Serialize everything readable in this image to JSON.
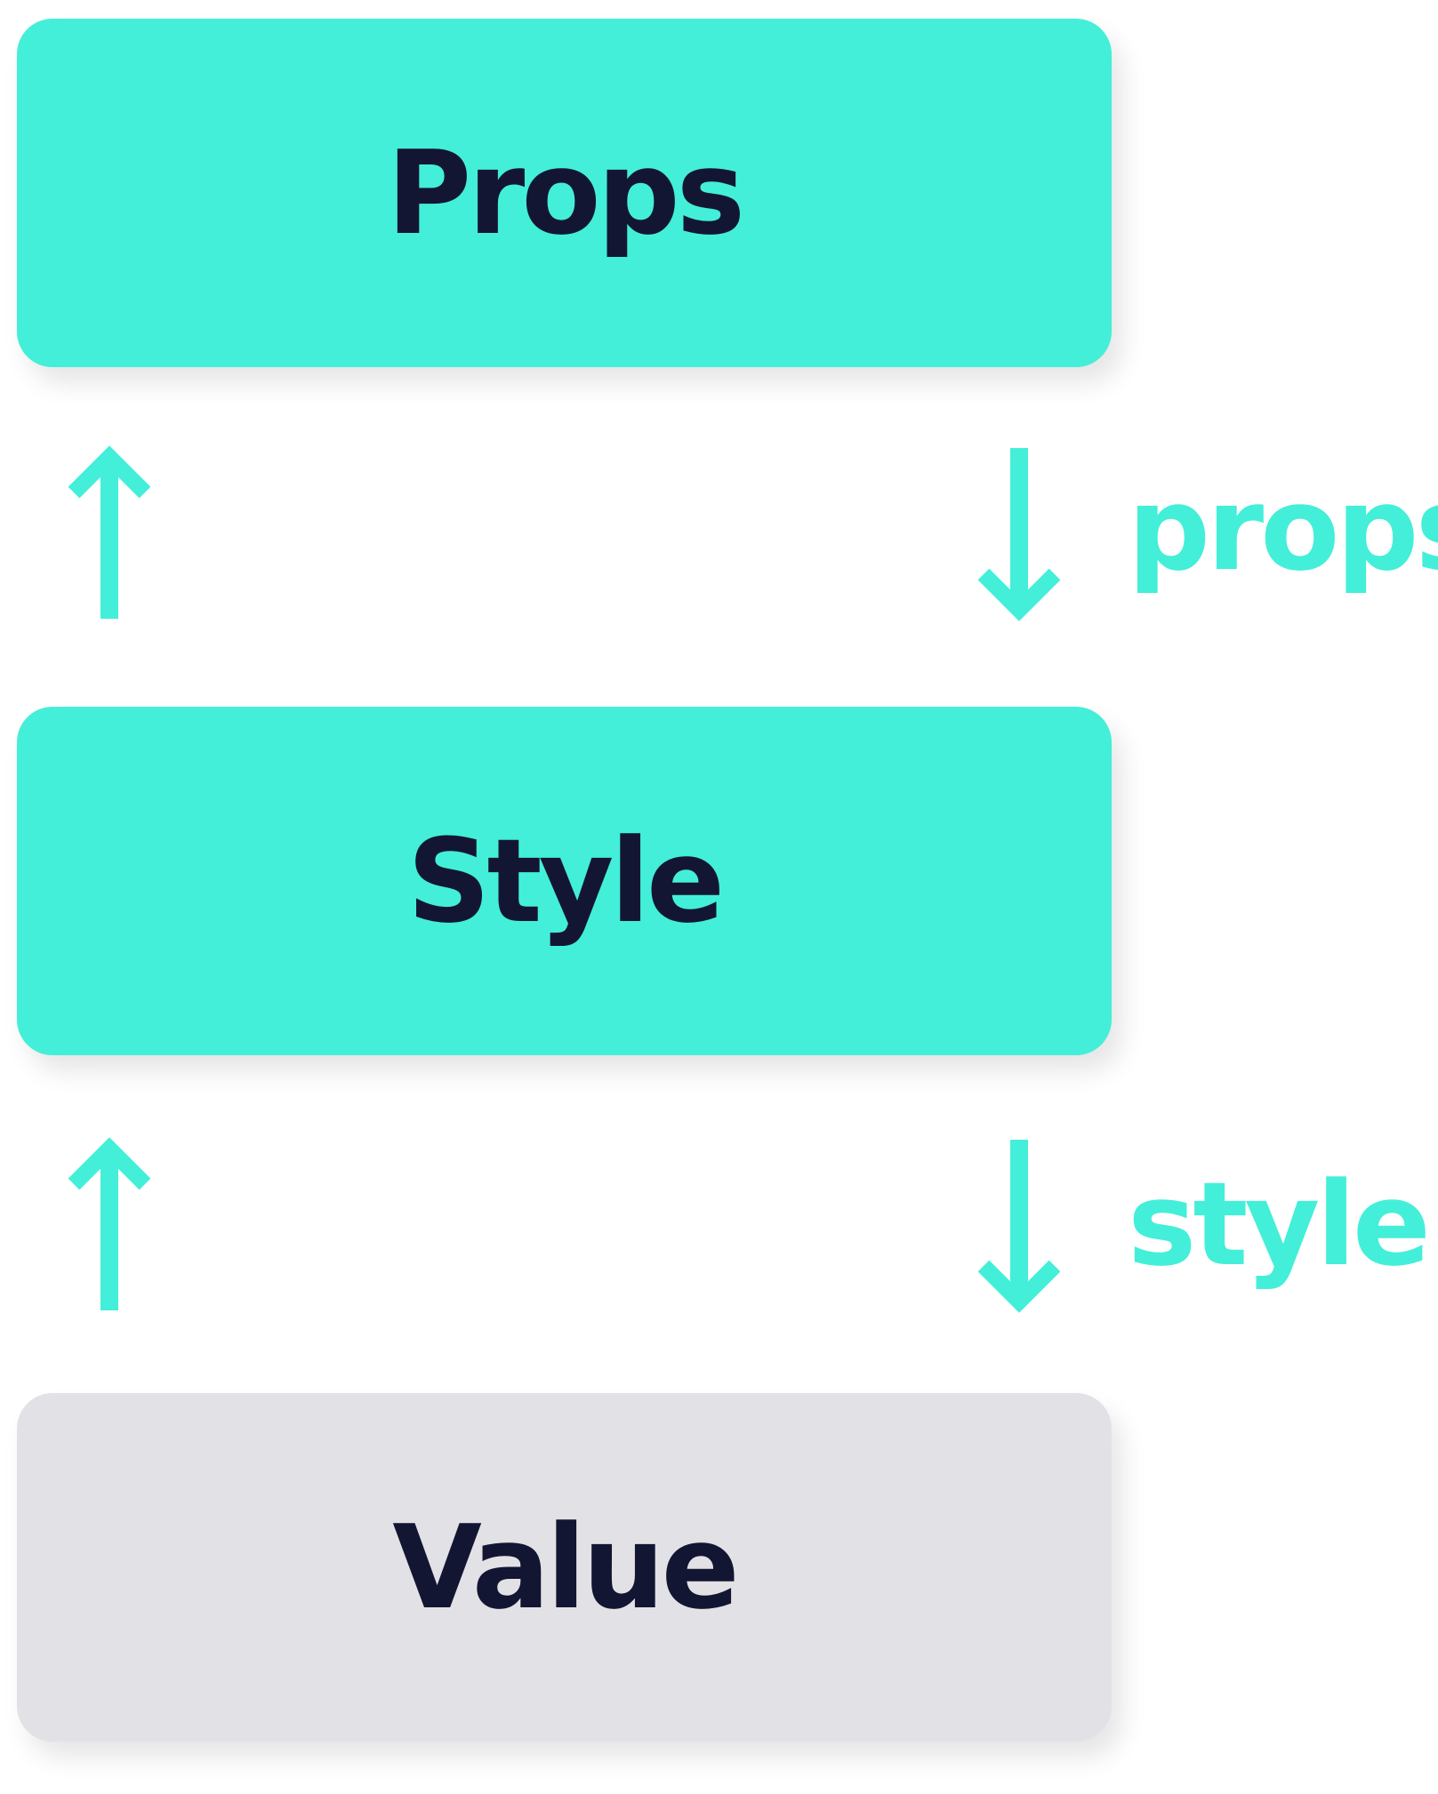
{
  "colors": {
    "accent": "#43EFD8",
    "neutral_box": "#E2E2E6",
    "text_dark": "#131632",
    "background": "#FFFFFF"
  },
  "boxes": {
    "props": {
      "label": "Props",
      "color": "#43EFD8"
    },
    "style": {
      "label": "Style",
      "color": "#43EFD8"
    },
    "value": {
      "label": "Value",
      "color": "#E2E2E6"
    }
  },
  "edges": {
    "props_to_style": {
      "label": "props",
      "direction": "down"
    },
    "style_to_value": {
      "label": "style",
      "direction": "down"
    },
    "style_to_props": {
      "label": "",
      "direction": "up"
    },
    "value_to_style": {
      "label": "",
      "direction": "up"
    }
  },
  "icons": {
    "up": "arrow-up-icon",
    "down": "arrow-down-icon"
  }
}
